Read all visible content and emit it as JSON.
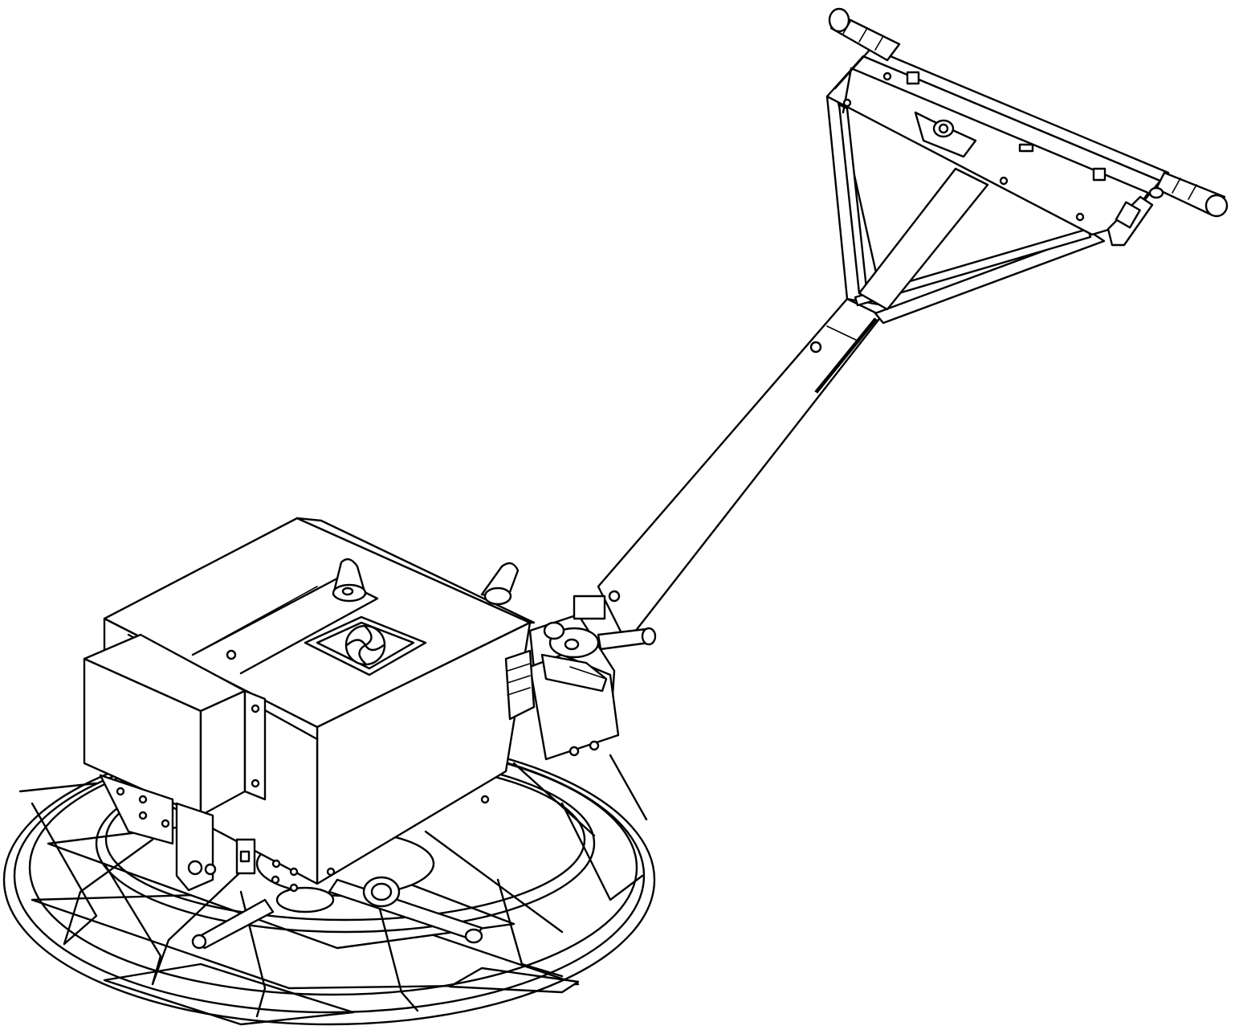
{
  "illustration": {
    "subject_icon": "power-trowel-line-drawing",
    "background": "#ffffff",
    "line_color": "#000000",
    "components": [
      "control-handle-frame",
      "handle-grip-left",
      "handle-grip-right",
      "throttle-lever",
      "handle-shaft",
      "pitch-control-lever",
      "engine-housing",
      "air-vent-icon",
      "lifting-hook",
      "control-box",
      "guard-ring",
      "trowel-blades"
    ]
  }
}
